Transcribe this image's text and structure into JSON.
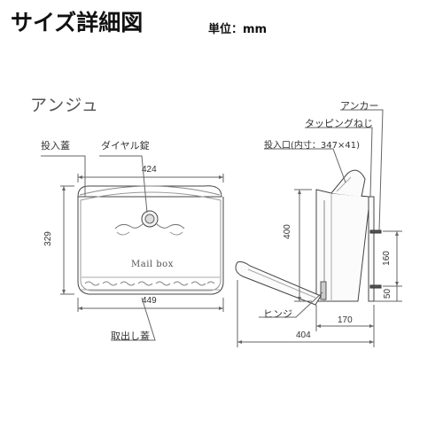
{
  "header": {
    "title": "サイズ詳細図",
    "unit": "単位：mm"
  },
  "product_name": "アンジュ",
  "front_view": {
    "labels": {
      "lid": "投入蓋",
      "dial_lock": "ダイヤル錠",
      "take_out_lid": "取出し蓋"
    },
    "plate_text": "Mail box",
    "dims": {
      "top_width": "424",
      "bottom_width": "449",
      "height": "329"
    }
  },
  "side_view": {
    "labels": {
      "anchor": "アンカー",
      "tapping_screw": "タッピングねじ",
      "slot": "投入口(内寸：347×41)",
      "hinge": "ヒンジ"
    },
    "dims": {
      "height": "400",
      "depth": "404",
      "inner_depth": "170",
      "anchor_pitch": "160",
      "anchor_bottom": "50"
    }
  }
}
